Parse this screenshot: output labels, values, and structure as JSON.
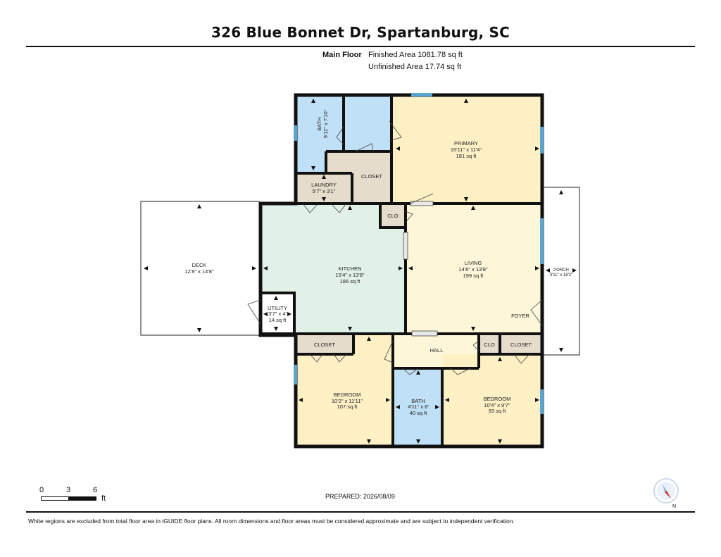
{
  "header": {
    "title": "326 Blue Bonnet Dr, Spartanburg, SC",
    "floor_name": "Main Floor",
    "finished_area": "Finished Area 1081.78 sq ft",
    "unfinished_area": "Unfinished Area 17.74 sq ft"
  },
  "rooms": {
    "bath1": {
      "name": "BATH",
      "dims": "9'11\" x 7'10\""
    },
    "primary": {
      "name": "PRIMARY",
      "dims": "15'11\" x 11'4\"",
      "area": "181 sq ft"
    },
    "closet_primary": {
      "name": "CLOSET"
    },
    "laundry": {
      "name": "LAUNDRY",
      "dims": "5'7\" x 3'1\""
    },
    "clo_kitchen": {
      "name": "CLO"
    },
    "deck": {
      "name": "DECK",
      "dims": "12'8\" x 14'8\""
    },
    "kitchen": {
      "name": "KITCHEN",
      "dims": "15'4\" x 13'8\"",
      "area": "186 sq ft"
    },
    "living": {
      "name": "LIVING",
      "dims": "14'6\" x 13'8\"",
      "area": "199 sq ft"
    },
    "porch": {
      "name": "PORCH",
      "dims": "3'11\" x 18'2\""
    },
    "utility": {
      "name": "UTILITY",
      "dims": "3'7\" x 4'",
      "area": "14 sq ft"
    },
    "foyer": {
      "name": "FOYER"
    },
    "closet_bed1": {
      "name": "CLOSET"
    },
    "hall": {
      "name": "HALL"
    },
    "clo_hall": {
      "name": "CLO"
    },
    "closet_bed2": {
      "name": "CLOSET"
    },
    "bedroom1": {
      "name": "BEDROOM",
      "dims": "10'2\" x 11'11\"",
      "area": "107 sq ft"
    },
    "bath2": {
      "name": "BATH",
      "dims": "4'11\" x 8'",
      "area": "40 sq ft"
    },
    "bedroom2": {
      "name": "BEDROOM",
      "dims": "10'4\" x 9'7\"",
      "area": "93 sq ft"
    }
  },
  "scale": {
    "ticks": [
      "0",
      "3",
      "6"
    ],
    "unit": "ft"
  },
  "prepared": "PREPARED: 2026/08/09",
  "compass_label": "N",
  "footer_note": "White regions are excluded from total floor area in iGUIDE floor plans. All room dimensions and floor areas must be considered approximate and are subject to independent verification.",
  "colors": {
    "bath": "#bfe0f6",
    "bedroom": "#fdf0c5",
    "living": "#fdf6d8",
    "kitchen": "#e2f1e8",
    "closet": "#e6dccb",
    "wall": "#111111",
    "window": "#5aa6cf"
  }
}
